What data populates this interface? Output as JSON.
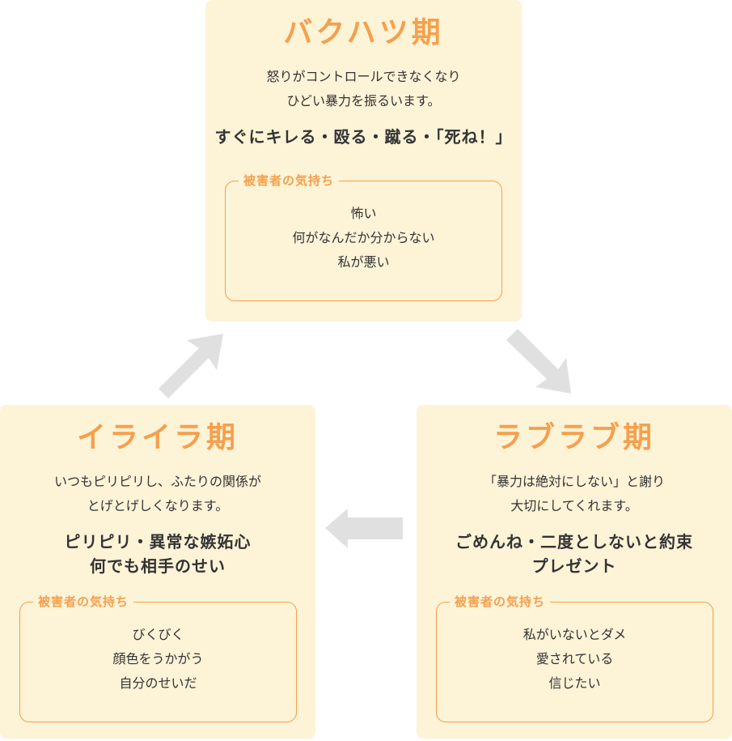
{
  "colors": {
    "card_background": "#fdf3d7",
    "accent": "#f5a04c",
    "text": "#333333",
    "arrow": "#e0e0e0"
  },
  "cycle": {
    "top": {
      "title": "バクハツ期",
      "description": [
        "怒りがコントロールできなくなり",
        "ひどい暴力を振るいます。"
      ],
      "highlight": [
        "すぐにキレる・殴る・蹴る・「死ね！」"
      ],
      "feelings_label": "被害者の気持ち",
      "feelings": [
        "怖い",
        "何がなんだか分からない",
        "私が悪い"
      ]
    },
    "left": {
      "title": "イライラ期",
      "description": [
        "いつもピリピリし、ふたりの関係が",
        "とげとげしくなります。"
      ],
      "highlight": [
        "ピリピリ・異常な嫉妬心",
        "何でも相手のせい"
      ],
      "feelings_label": "被害者の気持ち",
      "feelings": [
        "びくびく",
        "顔色をうかがう",
        "自分のせいだ"
      ]
    },
    "right": {
      "title": "ラブラブ期",
      "description": [
        "「暴力は絶対にしない」と謝り",
        "大切にしてくれます。"
      ],
      "highlight": [
        "ごめんね・二度としないと約束",
        "プレゼント"
      ],
      "feelings_label": "被害者の気持ち",
      "feelings": [
        "私がいないとダメ",
        "愛されている",
        "信じたい"
      ]
    }
  },
  "arrows": [
    {
      "from": "left",
      "to": "top",
      "icon": "arrow-up-right-icon"
    },
    {
      "from": "top",
      "to": "right",
      "icon": "arrow-down-right-icon"
    },
    {
      "from": "right",
      "to": "left",
      "icon": "arrow-left-icon"
    }
  ]
}
